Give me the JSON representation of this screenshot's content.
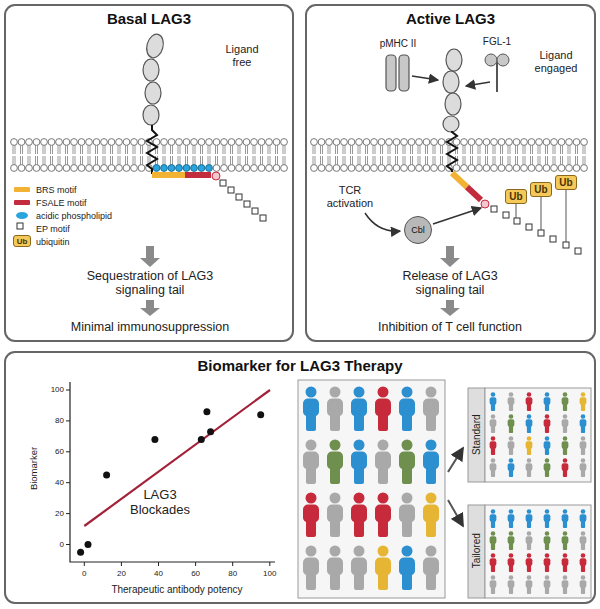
{
  "diagram": {
    "nodes": [
      {
        "text": [
          "Basal LAG3"
        ]
      },
      {
        "text": [
          "Ub"
        ],
        "in": 0
      },
      {
        "text": [
          "Active LAG3"
        ]
      },
      {
        "text": [
          "Ub"
        ],
        "in": 2
      },
      {
        "text": [
          "Ub"
        ],
        "in": 2
      },
      {
        "text": [
          "Ub"
        ],
        "in": 2
      },
      {
        "text": [
          "Cbl"
        ],
        "in": 2
      },
      {
        "text": [
          "Biomarker for LAG3 Therapy"
        ]
      }
    ],
    "labels": [
      "Ligand free",
      "Sequestration of LAG3 signaling tail",
      "Minimal immunosuppression",
      "pMHC II",
      "FGL-1",
      "Ligand engaged",
      "TCR activation",
      "Release of LAG3 signaling tail",
      "Inhibition of T cell function",
      "100",
      "80",
      "60",
      "40",
      "20",
      "0",
      "Biomarker",
      "LAG3 Blockades",
      "0",
      "20",
      "40",
      "60",
      "80",
      "100",
      "Therapeutic antibody potency",
      "Standard",
      "Tailored"
    ],
    "legend": [
      {
        "text": "BRS motif",
        "color": "#f2b233"
      },
      {
        "text": "FSALE motif",
        "color": "#c22c3c"
      },
      {
        "text": "acidic phospholipid",
        "color": "#2aa4dc"
      },
      {
        "text": "EP motif"
      },
      {
        "text": "ubiquitin"
      }
    ]
  }
}
